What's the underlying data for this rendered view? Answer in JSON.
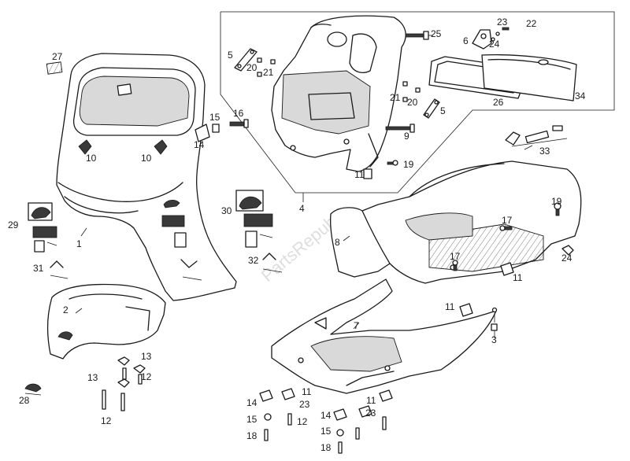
{
  "watermark": "PartsRepublik",
  "callouts": [
    {
      "id": "c27",
      "label": "27"
    },
    {
      "id": "c25",
      "label": "25"
    },
    {
      "id": "c23a",
      "label": "23"
    },
    {
      "id": "c22",
      "label": "22"
    },
    {
      "id": "c6",
      "label": "6"
    },
    {
      "id": "c24a",
      "label": "24"
    },
    {
      "id": "c5a",
      "label": "5"
    },
    {
      "id": "c20a",
      "label": "20"
    },
    {
      "id": "c21a",
      "label": "21"
    },
    {
      "id": "c21b",
      "label": "21"
    },
    {
      "id": "c20b",
      "label": "20"
    },
    {
      "id": "c5b",
      "label": "5"
    },
    {
      "id": "c26",
      "label": "26"
    },
    {
      "id": "c34",
      "label": "34"
    },
    {
      "id": "c15",
      "label": "15"
    },
    {
      "id": "c16",
      "label": "16"
    },
    {
      "id": "c14a",
      "label": "14"
    },
    {
      "id": "c10a",
      "label": "10"
    },
    {
      "id": "c10b",
      "label": "10"
    },
    {
      "id": "c9",
      "label": "9"
    },
    {
      "id": "c33",
      "label": "33"
    },
    {
      "id": "c11a",
      "label": "11"
    },
    {
      "id": "c19a",
      "label": "19"
    },
    {
      "id": "c4",
      "label": "4"
    },
    {
      "id": "c30",
      "label": "30"
    },
    {
      "id": "c29",
      "label": "29"
    },
    {
      "id": "c1",
      "label": "1"
    },
    {
      "id": "c8",
      "label": "8"
    },
    {
      "id": "c17a",
      "label": "17"
    },
    {
      "id": "c19b",
      "label": "19"
    },
    {
      "id": "c24b",
      "label": "24"
    },
    {
      "id": "c17b",
      "label": "17"
    },
    {
      "id": "c11b",
      "label": "11"
    },
    {
      "id": "c31",
      "label": "31"
    },
    {
      "id": "c32",
      "label": "32"
    },
    {
      "id": "c2",
      "label": "2"
    },
    {
      "id": "c11c",
      "label": "11"
    },
    {
      "id": "c7",
      "label": "7"
    },
    {
      "id": "c3",
      "label": "3"
    },
    {
      "id": "c13a",
      "label": "13"
    },
    {
      "id": "c13b",
      "label": "13"
    },
    {
      "id": "c12a",
      "label": "12"
    },
    {
      "id": "c28",
      "label": "28"
    },
    {
      "id": "c12b",
      "label": "12"
    },
    {
      "id": "c14b",
      "label": "14"
    },
    {
      "id": "c23b",
      "label": "23"
    },
    {
      "id": "c11d",
      "label": "11"
    },
    {
      "id": "c15b",
      "label": "15"
    },
    {
      "id": "c12c",
      "label": "12"
    },
    {
      "id": "c14c",
      "label": "14"
    },
    {
      "id": "c23c",
      "label": "23"
    },
    {
      "id": "c11e",
      "label": "11"
    },
    {
      "id": "c18a",
      "label": "18"
    },
    {
      "id": "c15c",
      "label": "15"
    },
    {
      "id": "c18b",
      "label": "18"
    }
  ]
}
